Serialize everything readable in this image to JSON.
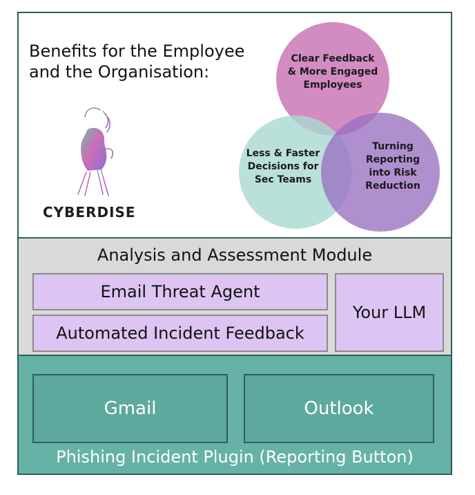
{
  "benefits": {
    "heading_line1": "Benefits for the Employee",
    "heading_line2": "and the Organisation:",
    "logo_text": "CYBERDISE",
    "venn": {
      "top_lines": [
        "Clear Feedback",
        "& More Engaged",
        "Employees"
      ],
      "left_lines": [
        "Less & Faster",
        "Decisions for",
        "Sec Teams"
      ],
      "right_lines": [
        "Turning",
        "Reporting",
        "into Risk",
        "Reduction"
      ]
    }
  },
  "analysis": {
    "title": "Analysis and Assessment Module",
    "email_agent": "Email Threat Agent",
    "incident_feedback": "Automated Incident Feedback",
    "llm": "Your LLM"
  },
  "plugin": {
    "gmail": "Gmail",
    "outlook": "Outlook",
    "label": "Phishing Incident Plugin (Reporting Button)"
  },
  "colors": {
    "frame": "#2f5e56",
    "circle_top": "#c86fb1",
    "circle_left": "#a9d9d0",
    "circle_right": "#9a6fc2",
    "module_box": "#dcc5f2",
    "plugin_bg": "#66b2a7"
  }
}
